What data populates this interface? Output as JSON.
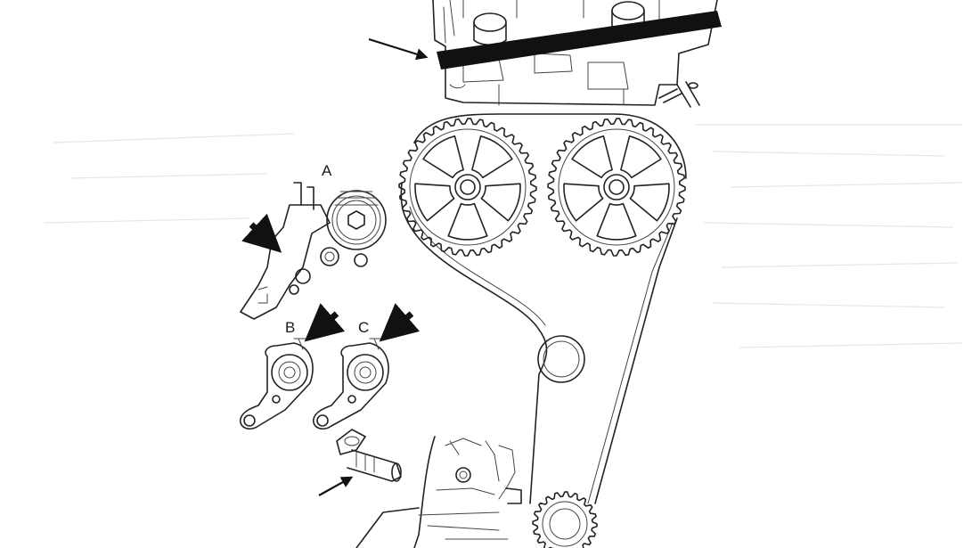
{
  "diagram": {
    "labels": {
      "a": "A",
      "b": "B",
      "c": "C"
    },
    "colors": {
      "line": "#222222",
      "background": "#ffffff",
      "fill": "#111111"
    }
  }
}
